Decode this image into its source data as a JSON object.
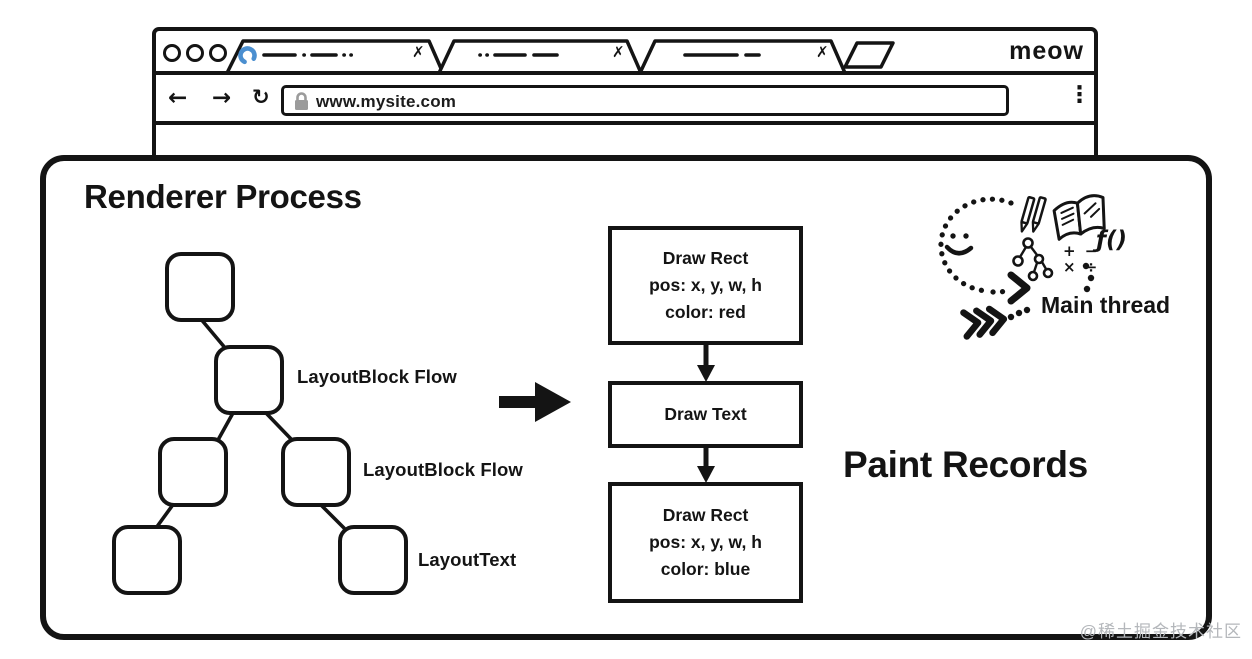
{
  "browser": {
    "brand": "meow",
    "tabs": [
      {
        "label_scribble": "dash-dot-dash-dots",
        "close": "✗"
      },
      {
        "label_scribble": "dots-dash-dash",
        "close": "✗"
      },
      {
        "label_scribble": "dash-dash",
        "close": "✗"
      }
    ],
    "nav": {
      "back": "←",
      "forward": "→",
      "reload": "↻",
      "url": "www.mysite.com",
      "menu": "⋮"
    }
  },
  "renderer": {
    "title": "Renderer Process"
  },
  "layout_tree": {
    "labels": [
      "LayoutBlock Flow",
      "LayoutBlock Flow",
      "LayoutText"
    ],
    "node_count": 6
  },
  "paint": {
    "heading": "Paint Records",
    "records": [
      {
        "lines": [
          "Draw Rect",
          "pos: x, y, w, h",
          "color: red"
        ]
      },
      {
        "lines": [
          "Draw Text"
        ]
      },
      {
        "lines": [
          "Draw Rect",
          "pos: x, y, w, h",
          "color: blue"
        ]
      }
    ]
  },
  "main_thread": {
    "label": "Main thread",
    "fn": "ƒ()",
    "math_row1": "+ −",
    "math_row2": "× ÷"
  },
  "watermark": "@稀土掘金技术社区",
  "colors": {
    "ink": "#141414",
    "favicon_blue": "#4b8fd0",
    "lock_gray": "#9b9b9b",
    "watermark_gray": "#b4b7bb"
  }
}
